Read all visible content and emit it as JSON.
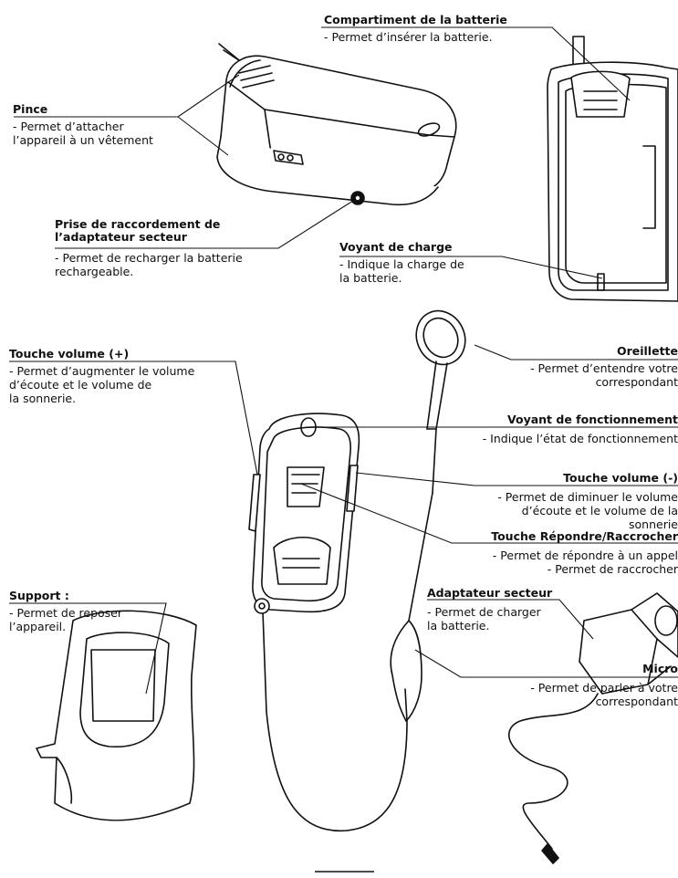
{
  "labels": {
    "battery": {
      "title": "Compartiment de la batterie",
      "desc": "- Permet d’insérer la batterie."
    },
    "clip": {
      "title": "Pince",
      "desc": "- Permet d’attacher\n  l’appareil à un vêtement"
    },
    "jack": {
      "title": "Prise de raccordement de l’adaptateur secteur",
      "desc": "- Permet de recharger la batterie\n  rechargeable."
    },
    "charge": {
      "title": "Voyant de charge",
      "desc": "- Indique la charge de\nla batterie."
    },
    "earpiece": {
      "title": "Oreillette",
      "desc": "- Permet d’entendre votre\ncorrespondant"
    },
    "vol_up": {
      "title": "Touche volume (+)",
      "desc": "- Permet d’augmenter le volume\n  d’écoute et le volume de\n  la sonnerie."
    },
    "status": {
      "title": "Voyant de fonctionnement",
      "desc": "- Indique l’état de fonctionnement"
    },
    "vol_down": {
      "title": "Touche volume (-)",
      "desc": "- Permet de diminuer le volume\nd’écoute et le volume de la\nsonnerie"
    },
    "answer": {
      "title": "Touche Répondre/Raccrocher",
      "desc": "- Permet de répondre à un appel\n- Permet de raccrocher"
    },
    "stand": {
      "title": "Support :",
      "desc": "- Permet de reposer\n  l’appareil."
    },
    "mic": {
      "title": "Micro",
      "desc": "- Permet de parler à votre\ncorrespondant"
    },
    "adapter": {
      "title": "Adaptateur secteur",
      "desc": "- Permet  de  charger\n  la batterie."
    }
  }
}
